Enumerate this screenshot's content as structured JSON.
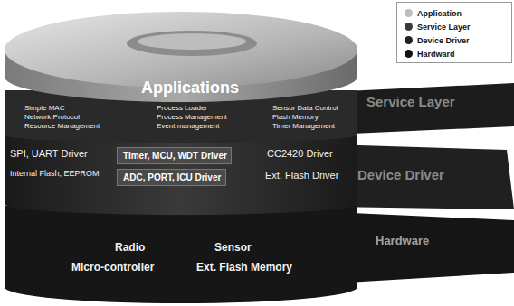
{
  "diagram": {
    "nodes": [
      {
        "text": [
          "Applications"
        ]
      },
      {
        "text": [
          "Simple MAC",
          "Network Protocol",
          "Resource Management",
          "Process Loader",
          "Process Management",
          "Event management",
          "Sensor Data Control",
          "Flash Memory",
          "Timer Management"
        ]
      },
      {
        "text": [
          "SPI, UART Driver",
          "Internal Flash, EEPROM",
          "CC2420 Driver",
          "Ext. Flash Driver"
        ]
      },
      {
        "text": [
          "Timer, MCU, WDT Driver"
        ],
        "in": 2
      },
      {
        "text": [
          "ADC, PORT, ICU Driver"
        ],
        "in": 2
      },
      {
        "text": [
          "Radio",
          "Sensor",
          "Micro-controller",
          "Ext. Flash Memory"
        ]
      },
      {
        "text": [
          "Service Layer"
        ]
      },
      {
        "text": [
          "Device Driver"
        ]
      },
      {
        "text": [
          "Hardware"
        ]
      }
    ],
    "legend": [
      {
        "text": "Application",
        "color": "#bdbdbd"
      },
      {
        "text": "Service Layer",
        "color": "#3a3a3a"
      },
      {
        "text": "Device Driver",
        "color": "#222222"
      },
      {
        "text": "Hardward",
        "color": "#111111"
      }
    ]
  }
}
